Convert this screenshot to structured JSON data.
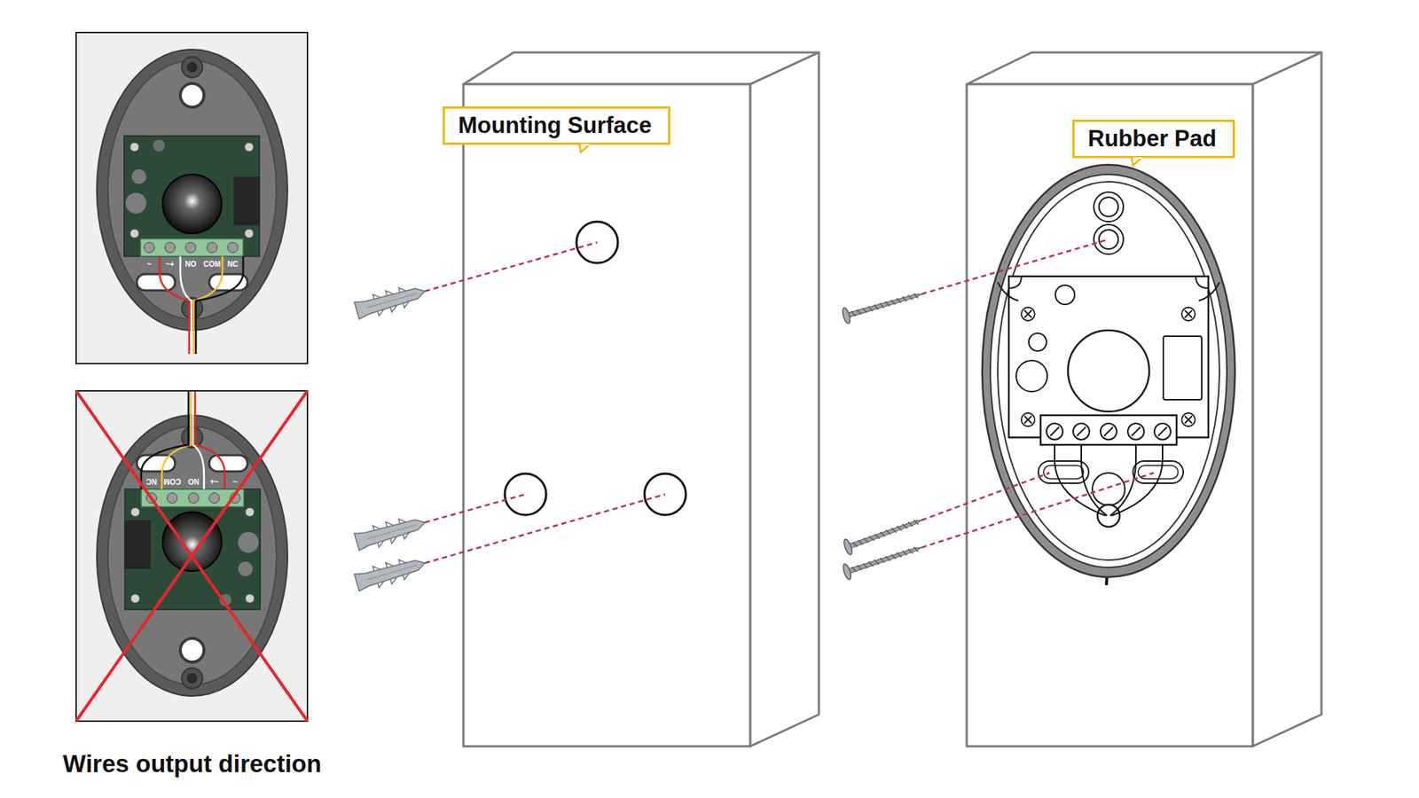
{
  "diagram": {
    "nodes": [
      {
        "text": [
          "Mounting Surface"
        ]
      },
      {
        "text": [
          "Rubber Pad"
        ]
      }
    ],
    "labels": [
      "~",
      "~+",
      "NO",
      "COM",
      "NC",
      "NC",
      "COM",
      "NO",
      "~+",
      "~",
      "Wires output direction"
    ]
  }
}
